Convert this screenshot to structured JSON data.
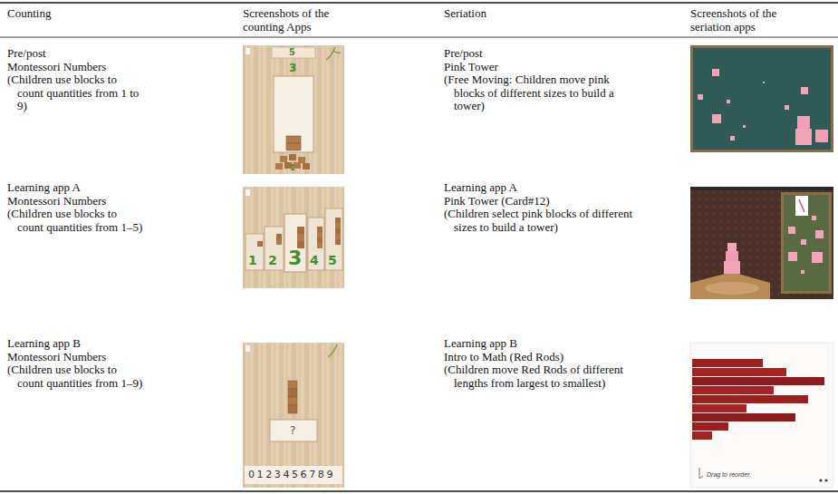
{
  "diagram": {
    "labels": [
      "Counting",
      "Screenshots of the counting Apps",
      "Seriation",
      "Screenshots of the seriation apps",
      "Pre/post",
      "Montessori Numbers",
      "(Children use blocks to count quantities from 1 to 9)",
      "5",
      "3",
      "1",
      "Pre/post",
      "Pink Tower",
      "(Free Moving: Children move pink blocks of different sizes to build a tower)",
      "Learning app A",
      "Montessori Numbers",
      "(Children use blocks to count quantities from 1–5)",
      "1",
      "2",
      "3",
      "4",
      "5",
      "Learning app A",
      "Pink Tower (Card#12)",
      "(Children select pink blocks of different sizes to build a tower)",
      "Learning app B",
      "Montessori Numbers",
      "(Children use blocks to count quantities from 1–9)",
      "?",
      "0123456789",
      "Learning app B",
      "Intro to Math (Red Rods)",
      "(Children move Red Rods of different lengths from largest to smallest)",
      "Drag to reorder."
    ]
  }
}
